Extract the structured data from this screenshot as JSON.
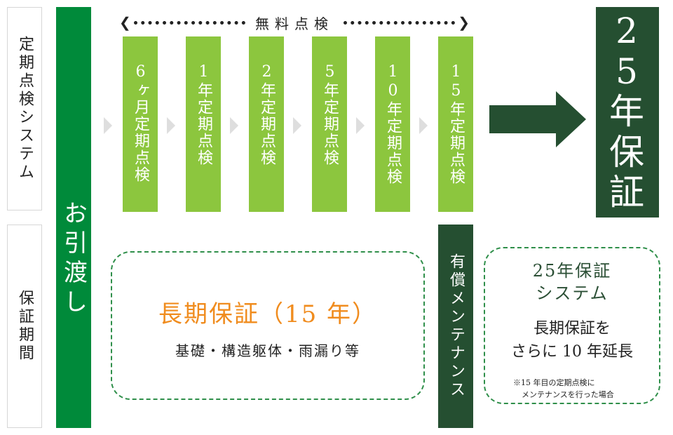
{
  "labels": {
    "system": "定期点検システム",
    "warranty": "保証期間"
  },
  "handover": "お引渡し",
  "free_inspection": "無料点検",
  "inspections": [
    {
      "label": "6ヶ月定期点検"
    },
    {
      "label": "1年定期点検"
    },
    {
      "label": "2年定期点検"
    },
    {
      "label": "5年定期点検"
    },
    {
      "label": "10年定期点検"
    },
    {
      "label": "15年定期点検"
    }
  ],
  "guarantee_25": "25年保証",
  "paid_maintenance": "有償メンテナンス",
  "long_term": {
    "title": "長期保証（15 年）",
    "items": "基礎・構造躯体・雨漏り等"
  },
  "system_25": {
    "title_line1": "25年保証",
    "title_line2": "システム",
    "desc_line1": "長期保証を",
    "desc_line2": "さらに 10 年延長",
    "note_line1": "※15 年目の定期点検に",
    "note_line2": "メンテナンスを行った場合"
  },
  "colors": {
    "handover": "#008a3a",
    "inspection": "#8cc63e",
    "dark_green": "#254f31",
    "orange": "#f08c1e",
    "dashed_border": "#2f8f4a"
  }
}
